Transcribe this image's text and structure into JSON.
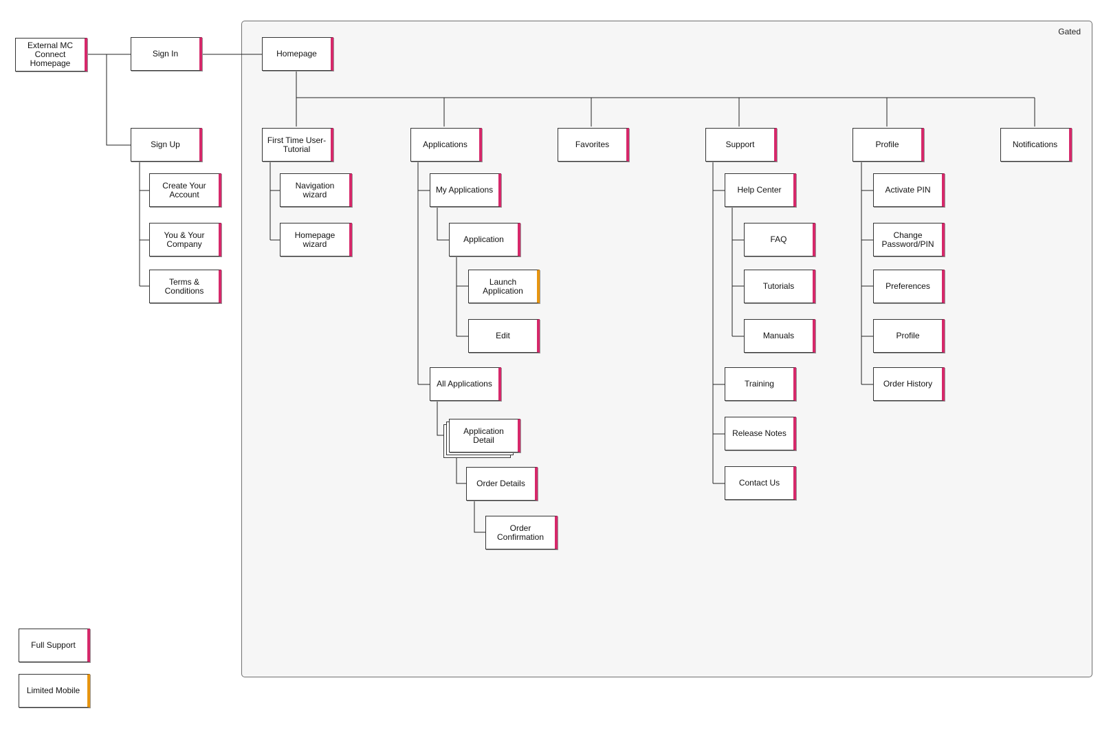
{
  "colors": {
    "full_support": "#d6286a",
    "limited_mobile": "#e8950f",
    "gated_bg": "#f6f6f6",
    "line": "#222222"
  },
  "gated_label": "Gated",
  "nodes": {
    "external": "External MC Connect Homepage",
    "signin": "Sign In",
    "signup": "Sign Up",
    "create_account": "Create Your Account",
    "you_company": "You & Your Company",
    "terms": "Terms & Conditions",
    "homepage": "Homepage",
    "first_time": "First Time User- Tutorial",
    "nav_wizard": "Navigation wizard",
    "home_wizard": "Homepage wizard",
    "applications": "Applications",
    "my_applications": "My Applications",
    "application": "Application",
    "launch_application": "Launch Application",
    "edit": "Edit",
    "all_applications": "All Applications",
    "application_detail": "Application Detail",
    "order_details": "Order Details",
    "order_confirmation": "Order Confirmation",
    "favorites": "Favorites",
    "support": "Support",
    "help_center": "Help Center",
    "faq": "FAQ",
    "tutorials": "Tutorials",
    "manuals": "Manuals",
    "training": "Training",
    "release_notes": "Release Notes",
    "contact_us": "Contact Us",
    "profile": "Profile",
    "activate_pin": "Activate PIN",
    "change_password": "Change Password/PIN",
    "preferences": "Preferences",
    "profile_sub": "Profile",
    "order_history": "Order History",
    "notifications": "Notifications"
  },
  "legend": {
    "full_support": "Full Support",
    "limited_mobile": "Limited Mobile"
  }
}
